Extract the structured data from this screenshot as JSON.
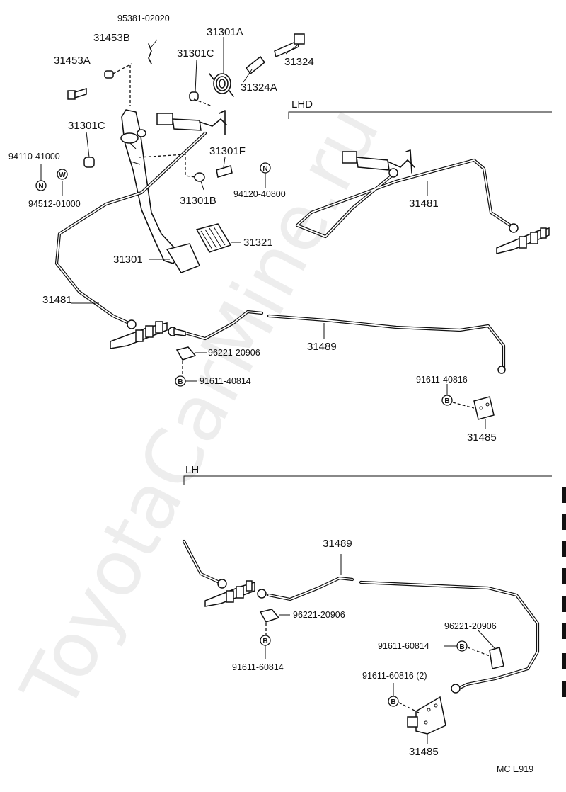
{
  "watermark": "ToyotaCarMine.ru",
  "sections": {
    "lhd": "LHD",
    "lh": "LH"
  },
  "diagram_code": "MC  E919",
  "symbols": {
    "nut": "N",
    "washer": "W",
    "bolt": "B"
  },
  "parts": {
    "p95381_02020": "95381-02020",
    "p31453b": "31453B",
    "p31453a": "31453A",
    "p31301a": "31301A",
    "p31301c_top": "31301C",
    "p31324": "31324",
    "p31324a": "31324A",
    "p31301c_left": "31301C",
    "p94110_41000": "94110-41000",
    "p94512_01000": "94512-01000",
    "p31301f": "31301F",
    "p31301b": "31301B",
    "p94120_40800": "94120-40800",
    "p31321": "31321",
    "p31301": "31301",
    "p31481_main": "31481",
    "p31481_lhd": "31481",
    "p31489_main": "31489",
    "p96221_20906_main": "96221-20906",
    "p91611_40814": "91611-40814",
    "p91611_40816": "91611-40816",
    "p31485_main": "31485",
    "p31489_lh": "31489",
    "p96221_20906_lh_a": "96221-20906",
    "p96221_20906_lh_b": "96221-20906",
    "p91611_60814_a": "91611-60814",
    "p91611_60814_b": "91611-60814",
    "p91611_60816": "91611-60816 (2)",
    "p31485_lh": "31485"
  }
}
